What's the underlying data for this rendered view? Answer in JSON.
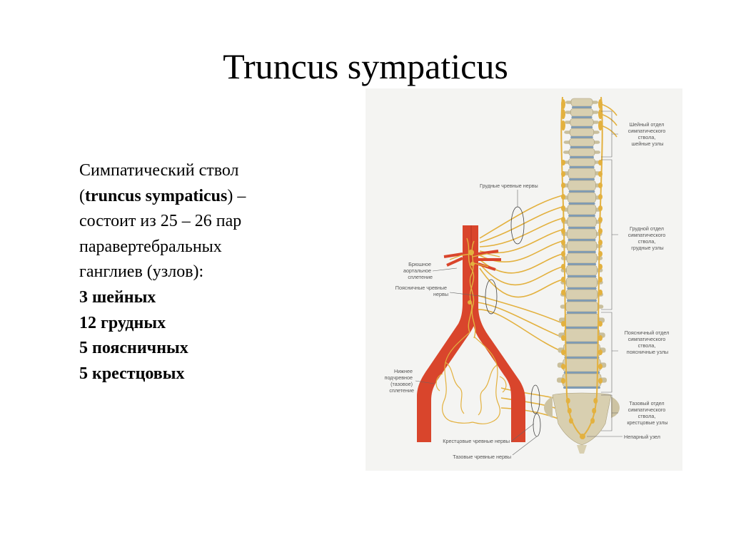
{
  "slide": {
    "title": "Truncus sympaticus"
  },
  "text": {
    "line1": "Симпатический ствол",
    "line2_prefix": "(",
    "line2_bold": "truncus sympaticus",
    "line2_suffix": ") –",
    "line3": "состоит из 25 – 26 пар",
    "line4": "паравертебральных",
    "line5": "ганглиев (узлов):",
    "counts": [
      "3 шейных",
      "12 грудных",
      "5 поясничных",
      "5 крестцовых"
    ]
  },
  "figure": {
    "labels_right": {
      "cervical": [
        "Шейный отдел",
        "симпатического",
        "ствола,",
        "шейные узлы"
      ],
      "thoracic": [
        "Грудной отдел",
        "симпатического",
        "ствола,",
        "грудные узлы"
      ],
      "lumbar": [
        "Поясничный отдел",
        "симпатического",
        "ствола,",
        "поясничные узлы"
      ],
      "sacral": [
        "Тазовый отдел",
        "симпатического",
        "ствола,",
        "крестцовые узлы"
      ],
      "unpaired": "Непарный узел"
    },
    "labels_left": {
      "thoracic_splanchnic": "Грудные чревные нервы",
      "abdominal_aortic_plexus": [
        "Брюшное",
        "аортальное",
        "сплетение"
      ],
      "lumbar_splanchnic": [
        "Поясничные чревные",
        "нервы"
      ],
      "inferior_hypogastric": [
        "Нижнее",
        "подчревное",
        "(тазовое)",
        "сплетение"
      ],
      "sacral_splanchnic": "Крестцовые чревные нервы",
      "pelvic_splanchnic": "Тазовые чревные нервы"
    },
    "colors": {
      "bone": "#d8cfb0",
      "disc": "#7f9bb4",
      "nerve": "#e3b13f",
      "artery": "#d9452c",
      "background": "#f4f4f2"
    }
  }
}
